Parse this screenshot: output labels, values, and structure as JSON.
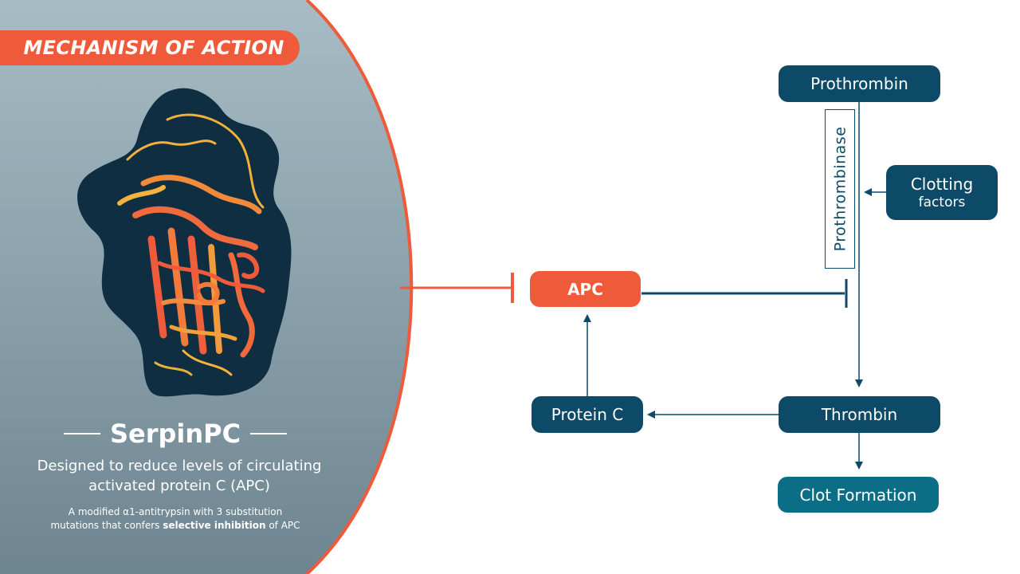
{
  "left_panel": {
    "badge": "MECHANISM OF ACTION",
    "product_name": "SerpinPC",
    "subtitle_line1": "Designed to reduce levels of circulating",
    "subtitle_line2": "activated protein  C (APC)",
    "desc_line1": "A modified α1-antitrypsin with 3 substitution",
    "desc_line2_prefix": "mutations that confers ",
    "desc_line2_bold": "selective inhibition",
    "desc_line2_suffix": " of APC"
  },
  "nodes": {
    "prothrombin": "Prothrombin",
    "clotting_line1": "Clotting",
    "clotting_line2": "factors",
    "apc": "APC",
    "protein_c": "Protein C",
    "thrombin": "Thrombin",
    "clot_formation": "Clot Formation",
    "enzyme": "Prothrombinase"
  },
  "colors": {
    "dark_node": "#0d4a67",
    "teal_node": "#0b6e86",
    "accent": "#ee5a3a",
    "panel": "#8fa5ae"
  }
}
